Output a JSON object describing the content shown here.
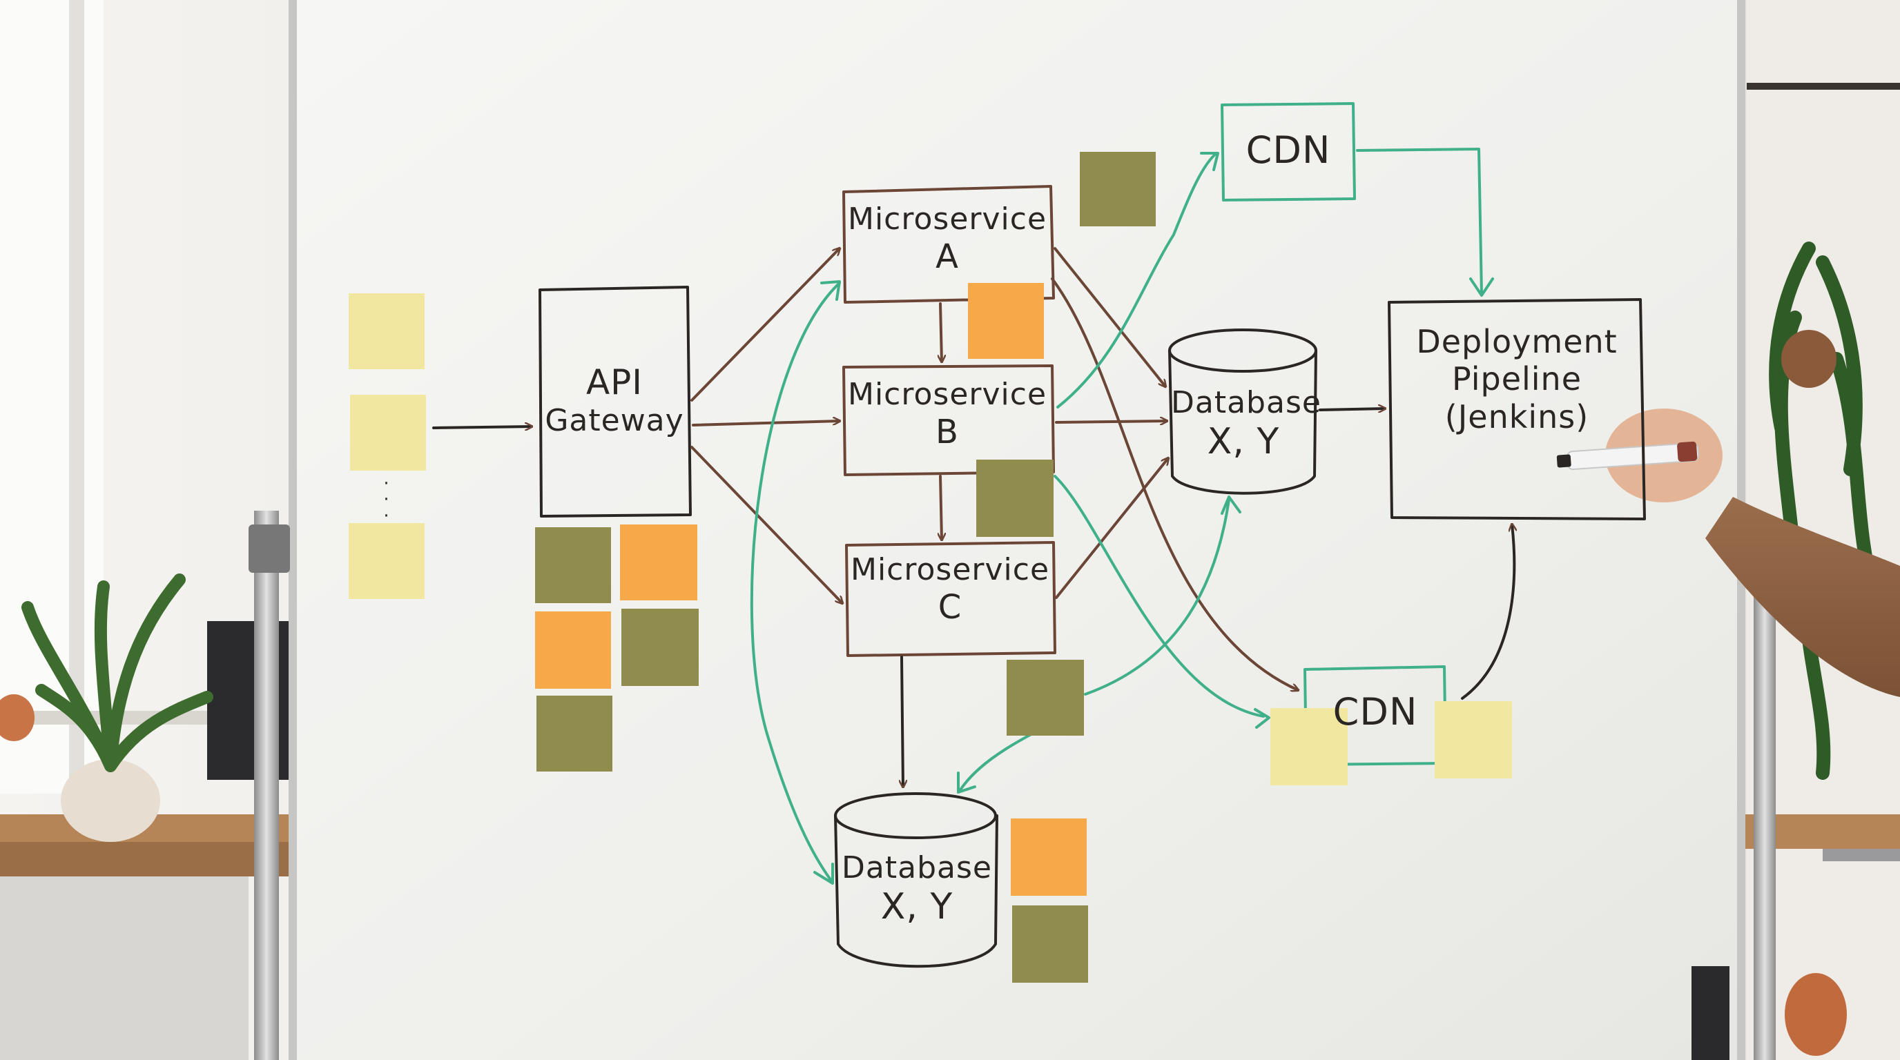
{
  "image": {
    "kind": "whiteboard architecture sketch photo"
  },
  "colors": {
    "ink_brown": "#6b4637",
    "ink_dark": "#2a2623",
    "ink_green": "#3fb08a",
    "note_yellow": "#f1e7a0",
    "note_orange": "#f7a849",
    "note_olive": "#8f8c4e",
    "board": "#f3f3f1",
    "wall": "#ece9e4"
  },
  "diagram": {
    "nodes": {
      "api_gateway": {
        "lines": [
          "API",
          "Gateway"
        ]
      },
      "microservice_a": {
        "lines": [
          "Microservice",
          "A"
        ]
      },
      "microservice_b": {
        "lines": [
          "Microservice",
          "B"
        ]
      },
      "microservice_c": {
        "lines": [
          "Microservice",
          "C"
        ]
      },
      "cdn_top": {
        "lines": [
          "CDN"
        ]
      },
      "cdn_bottom": {
        "lines": [
          "CDN"
        ]
      },
      "database_middle": {
        "lines": [
          "Database",
          "X, Y"
        ]
      },
      "database_bottom": {
        "lines": [
          "Database",
          "X, Y"
        ]
      },
      "deployment_pipeline": {
        "lines": [
          "Deployment",
          "Pipeline",
          "(Jenkins)"
        ]
      }
    },
    "client_ellipsis": "·\n·\n·"
  }
}
